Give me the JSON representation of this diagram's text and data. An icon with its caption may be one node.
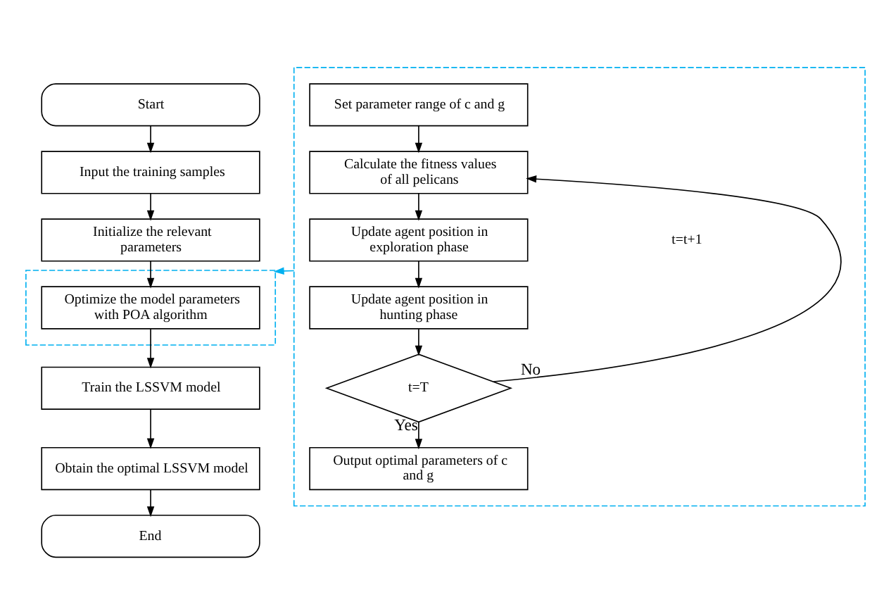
{
  "diagram": {
    "nodes": [
      {
        "text": [
          "Start"
        ]
      },
      {
        "text": [
          "Input the training samples"
        ]
      },
      {
        "text": [
          "Initialize the relevant parameters"
        ]
      },
      {
        "text": [],
        "shape": "box"
      },
      {
        "text": [
          "Optimize the model parameters with POA algorithm"
        ],
        "in": 3
      },
      {
        "text": [
          "Train the LSSVM model"
        ]
      },
      {
        "text": [
          "Obtain the optimal LSSVM model"
        ]
      },
      {
        "text": [
          "End"
        ]
      },
      {
        "text": [],
        "shape": "box"
      },
      {
        "text": [
          "Set parameter range of c and g"
        ],
        "in": 8
      },
      {
        "text": [
          "Calculate the fitness values of all pelicans"
        ],
        "in": 8
      },
      {
        "text": [
          "Update agent position in exploration phase"
        ],
        "in": 8
      },
      {
        "text": [
          "Update agent position in hunting phase"
        ],
        "in": 8
      },
      {
        "text": [
          "t=T"
        ],
        "in": 8
      },
      {
        "text": [
          "Output optimal parameters of c and g"
        ],
        "in": 8
      }
    ],
    "edges": [
      {
        "from": 0,
        "to": 1,
        "arrow": "to"
      },
      {
        "from": 1,
        "to": 2,
        "arrow": "to"
      },
      {
        "from": 2,
        "to": 4,
        "arrow": "to"
      },
      {
        "from": 4,
        "to": 5,
        "arrow": "to"
      },
      {
        "from": 5,
        "to": 6,
        "arrow": "to"
      },
      {
        "from": 6,
        "to": 7,
        "arrow": "to"
      },
      {
        "from": 8,
        "to": 3,
        "arrow": "to",
        "color": "#00b0f0"
      },
      {
        "from": 9,
        "to": 10,
        "arrow": "to"
      },
      {
        "from": 10,
        "to": 11,
        "arrow": "to"
      },
      {
        "from": 11,
        "to": 12,
        "arrow": "to"
      },
      {
        "from": 12,
        "to": 13,
        "arrow": "to"
      },
      {
        "from": 13,
        "to": 10,
        "arrow": "to",
        "label": "No"
      },
      {
        "from": 13,
        "to": 14,
        "arrow": "to",
        "label": "Yes"
      }
    ],
    "labels": [
      "t=t+1"
    ]
  }
}
